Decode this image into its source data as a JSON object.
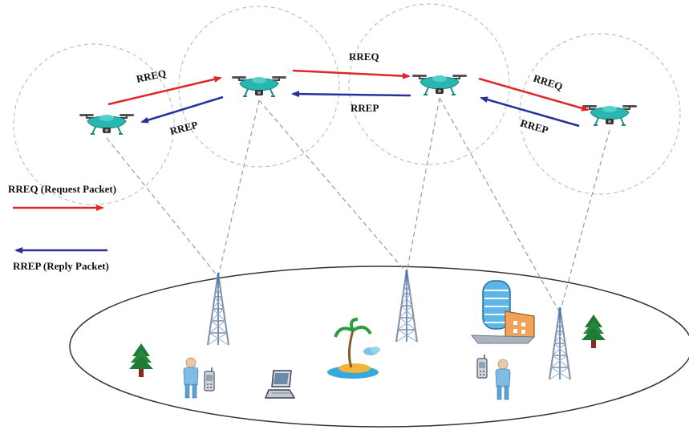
{
  "labels": {
    "rreq": "RREQ",
    "rrep": "RREP"
  },
  "legend": {
    "request": "RREQ (Request Packet)",
    "reply": "RREP (Reply Packet)"
  },
  "colors": {
    "request_arrow": "#e0262b",
    "reply_arrow": "#2a2f9e",
    "drone_body": "#29b5b0",
    "coverage_circle": "#b5b5b5",
    "link_line": "#9a9a9a",
    "tower": "#7d8fa6",
    "tree": "#1f7a35",
    "ground_outline": "#333333"
  },
  "icons": {
    "drone": "drone-icon",
    "tower": "cell-tower-icon",
    "tree": "tree-icon",
    "person": "person-icon",
    "phone": "phone-icon",
    "laptop": "laptop-icon",
    "island": "island-icon",
    "building": "building-icon"
  }
}
